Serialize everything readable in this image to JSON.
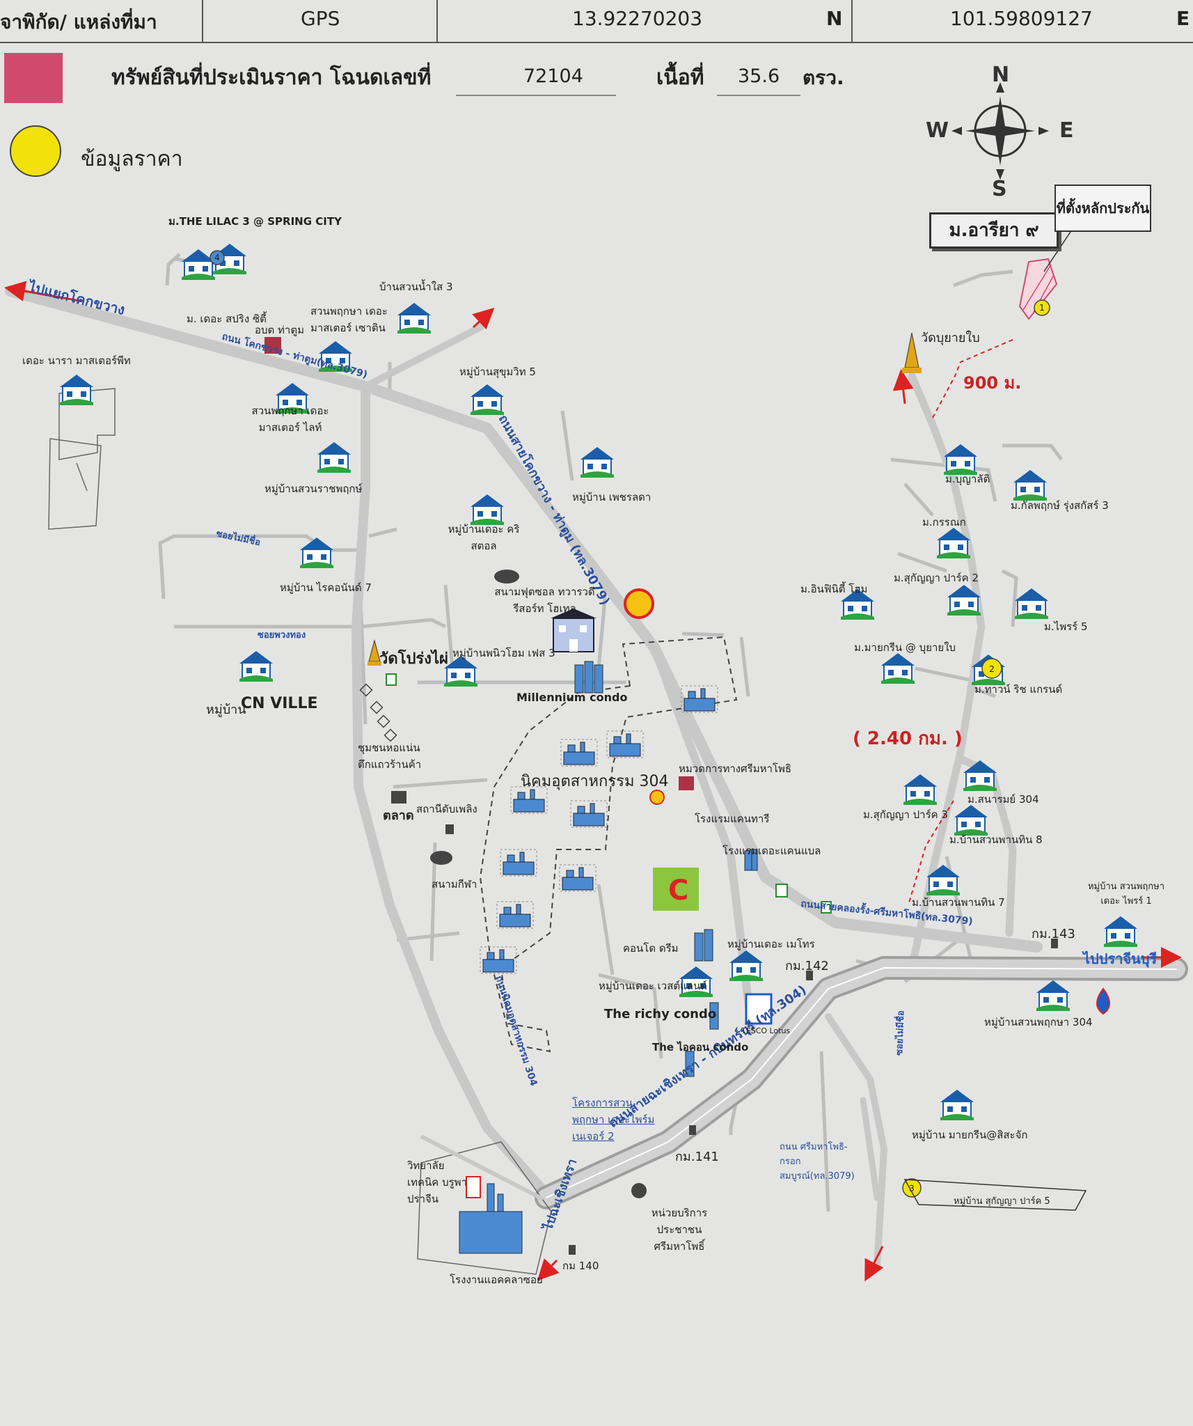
{
  "header": {
    "source_label": "จาพิกัด/  แหล่งที่มา",
    "gps_label": "GPS",
    "latitude": "13.92270203",
    "n_label": "N",
    "longitude": "101.59809127",
    "e_label": "E"
  },
  "legend": {
    "subject": {
      "prefix": "ทรัพย์สินที่ประเมินราคา  โฉนดเลขที่",
      "deed_no": "72104",
      "area_label": "เนื้อที่",
      "area_value": "35.6",
      "area_unit": "ตรว.",
      "color": "#d2496e"
    },
    "price_data": {
      "label": "ข้อมูลราคา",
      "color": "#f2e20a"
    }
  },
  "compass": {
    "n": "N",
    "s": "S",
    "e": "E",
    "w": "W"
  },
  "project": {
    "name": "ม.อารียา ๙",
    "note": "ที่ตั้งหลักประกัน"
  },
  "distances": {
    "short": "900 ม.",
    "long": "( 2.40 กม. )"
  },
  "comparables": [
    "1",
    "2",
    "3",
    "4"
  ],
  "arrows": {
    "to_khokkruat": "ไปแยกโคกขวาง",
    "to_prachinburi": "ไปปราจีนบุรี",
    "to_chachoengsao": "ไปฉะเชิงเทรา"
  },
  "roads": {
    "r3079_west": "ถนน โคกขวาง - ท่าตูม(ทล.3079)",
    "r3079": "ถนนสายโคกขวาง - ท่าตูม (ทล.3079)",
    "r304": "ถนนสายฉะเชิงเทรา - กบินทร์บุรี (ทล.304)",
    "r_khlong": "ถนนสายคลองรั้ง-ศรีมหาโพธิ(ทล.3079)",
    "r_industrial": "ถนนนิคมอุตสาหกรรม 304",
    "soi_maisue": "ซอยไม่มีชื่อ",
    "soi_phuangthong": "ซอยพวงทอง",
    "soi_right": "ซอยไม่มีชื่อ",
    "road_srimahaphot": "ถนน ศรีมหาโพธิ-กรอกสมบูรณ์(ทล.3079)"
  },
  "places": {
    "lilac": "ม.THE LILAC 3 @ SPRING CITY",
    "bankhuan": "บ้านสวนน้ำใส 3",
    "spring_city": "ม. เดอะ สปริง ซิตี้",
    "obt": "อบต ท่าตูม",
    "suanphruksa_master": "สวนพฤกษา เดอะ มาสเตอร์ เซาติน",
    "nara": "เดอะ นารา มาสเตอร์พีท",
    "sukhumvit5": "หมู่บ้านสุขุมวิท 5",
    "suanphruksa_lite": "สวนพฤกษา เดอะมาสเตอร์ ไลท์",
    "suanratch": "หมู่บ้านสวนราชพฤกษ์",
    "phetlada": "หมู่บ้าน เพชรลดา",
    "crystal": "หมู่บ้านเดอะ คริสตอล",
    "richlane7": "หมู่บ้าน ไรคอนันด์ 7",
    "golf": "สนามฟุตซอล ทวารวดี รีสอร์ท โฮเทล",
    "nuihom": "หมู่บ้านพนิวโฮม เฟส 3",
    "cn_ville_prefix": "หมู่บ้าน",
    "cn_ville": "CN VILLE",
    "wat_pong": "วัดโปร่งไผ่",
    "millennium": "Millennium condo",
    "community": "ชุมชนหอแน่น ตึกแถวร้านค้า",
    "industrial": "นิคมอุตสาหกรรม 304",
    "market": "ตลาด",
    "fire": "สถานีดับเพลิง",
    "stadium": "สนามกีฬา",
    "police": "หมวดการทางศรีมหาโพธิ",
    "hotel1": "โรงแรมแคนทารี",
    "hotel2": "โรงแรมเดอะแคนแบล",
    "condo_dream": "คอนโด ดรีม",
    "metro": "หมู่บ้านเดอะ เมโทร",
    "km142": "กม.142",
    "km143": "กม.143",
    "km141": "กม.141",
    "km140": "กม 140",
    "westland": "หมู่บ้านเดอะ เวสต์แลนด์",
    "richy": "The richy condo",
    "icon_condo": "The ไอคอน condo",
    "tesco": "TESCO Lotus",
    "project_suan": "โครงการสวนพฤกษา เดอะไพร์ม เนเจอร์ 2",
    "post": "หน่วยบริการประชาชน ศรีมหาโพธิ์",
    "college": "วิทยาลัยเทคนิค บรูพาปราจีน",
    "power": "โรงงานแอคคลาซอย",
    "wat_buyai": "วัดบุยายใบ",
    "nueng": "ม.บุญาลัติ",
    "kanlapat": "ม.กัลพฤกษ์ รุ่งสกัสร์ 3",
    "kasornsak": "ม.กรรณก",
    "infinity": "ม.อินฟินิตี้ โฮม",
    "sukanya2": "ม.สุกัญญา ปาร์ค 2",
    "prime5": "ม.ไพรร์ 5",
    "magreen": "ม.มายกรีน @ บุยายใบ",
    "town_rich": "ม.ทาวน์ ริช แกรนด์",
    "sanaran": "ม.สนารมย์ 304",
    "sukanya3": "ม.สุกัญญา ปาร์ค 3",
    "suanphan8": "ม.บ้านสวนพานทิน 8",
    "suanphan7": "ม.บ้านสวนพานทิน 7",
    "suan_prime1": "หมู่บ้าน สวนพฤกษา เดอะ ไพรร์ 1",
    "suan304": "หมู่บ้านสวนพฤกษา 304",
    "magreen_sisa": "หมู่บ้าน มายกรีน@สิสะจัก",
    "sukanya5": "หมู่บ้าน สุกัญญา ปาร์ค 5"
  }
}
